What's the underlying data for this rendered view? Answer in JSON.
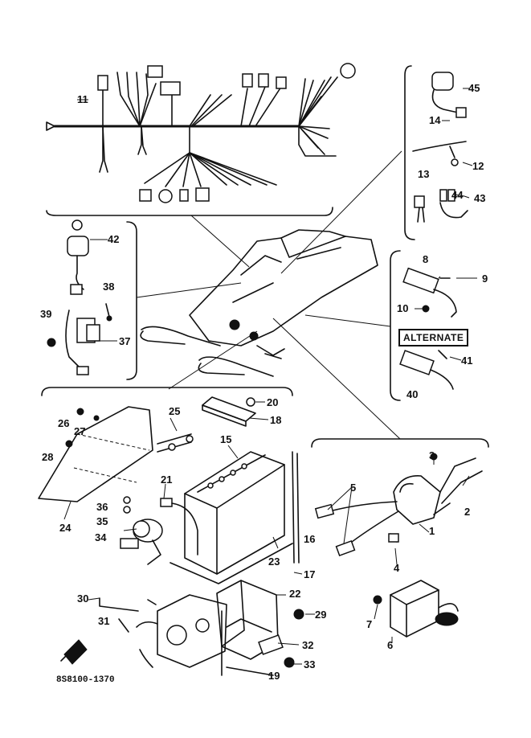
{
  "diagram": {
    "part_code": "8S8100-1370",
    "alternate_label": "ALTERNATE",
    "callouts": [
      "1",
      "2",
      "3",
      "4",
      "5",
      "6",
      "7",
      "8",
      "9",
      "10",
      "11",
      "12",
      "13",
      "14",
      "15",
      "16",
      "17",
      "18",
      "19",
      "20",
      "21",
      "22",
      "23",
      "24",
      "25",
      "26",
      "27",
      "28",
      "29",
      "30",
      "31",
      "32",
      "33",
      "34",
      "35",
      "36",
      "37",
      "38",
      "39",
      "40",
      "41",
      "42",
      "43",
      "44",
      "45"
    ]
  }
}
